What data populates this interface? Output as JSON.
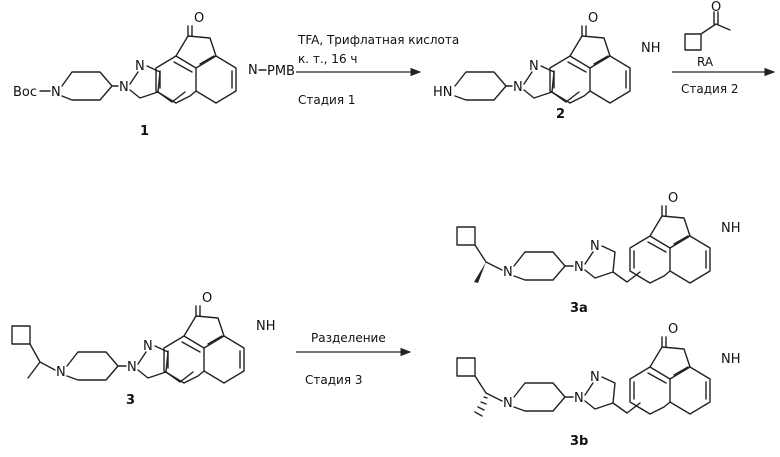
{
  "atoms": {
    "boc": "Boc",
    "n": "N",
    "nh": "NH",
    "hn": "HN",
    "o": "O",
    "pmb": "PMB",
    "dash_n": "N"
  },
  "step1": {
    "line1": "TFA, Трифлатная кислота",
    "line2": "к. т., 16 ч",
    "stage": "Стадия 1"
  },
  "step2": {
    "reagent": "RA",
    "stage": "Стадия 2",
    "reagent_o": "O"
  },
  "step3": {
    "reagent": "Разделение",
    "stage": "Стадия 3"
  },
  "compounds": {
    "c1": "1",
    "c2": "2",
    "c3": "3",
    "c3a": "3a",
    "c3b": "3b"
  }
}
